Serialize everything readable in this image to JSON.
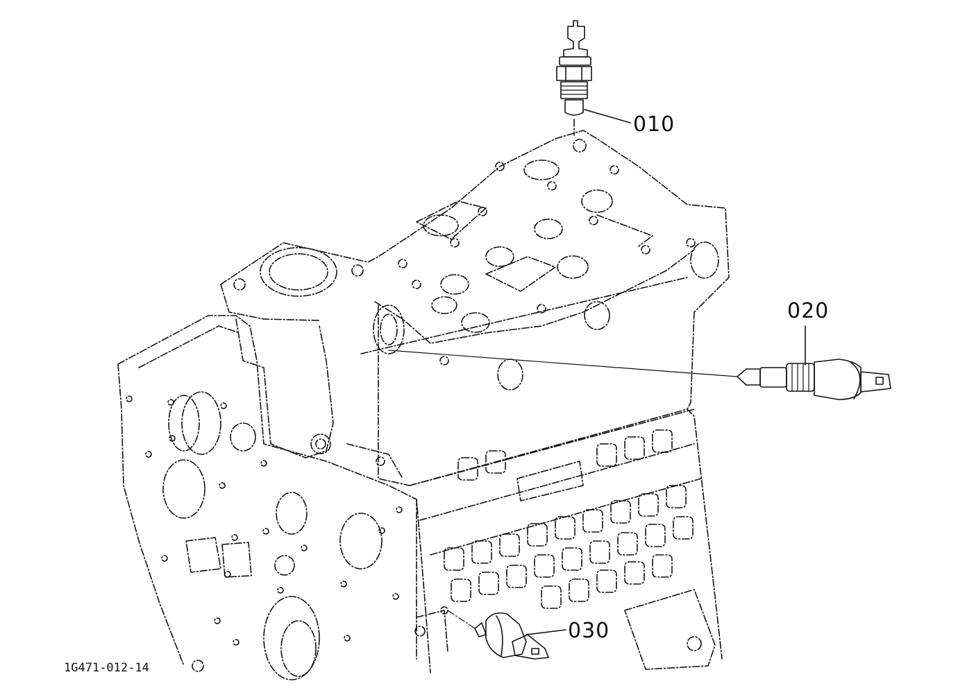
{
  "callouts": [
    {
      "id": "010",
      "label": "010"
    },
    {
      "id": "020",
      "label": "020"
    },
    {
      "id": "030",
      "label": "030"
    }
  ],
  "document_number": "1G471-012-14",
  "colors": {
    "line": "#111111",
    "background": "#ffffff"
  }
}
